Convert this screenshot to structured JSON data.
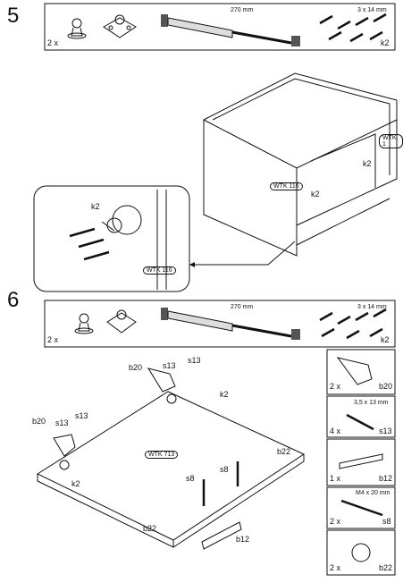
{
  "step5": {
    "number": "5",
    "parts_box": {
      "qty_left": "2 x",
      "dim_rod": "270 mm",
      "dim_screw": "3 x 14 mm",
      "code_right": "k2"
    },
    "labels": {
      "wtk_1": "WTK 1",
      "wtk_116": "WTK 116",
      "k2_a": "k2",
      "k2_b": "k2"
    },
    "detail": {
      "k2": "k2",
      "wtk_116": "WTK 116"
    }
  },
  "step6": {
    "number": "6",
    "parts_box": {
      "qty_left": "2 x",
      "dim_rod": "270 mm",
      "dim_screw": "3 x 14 mm",
      "code_right": "k2"
    },
    "main": {
      "b20_a": "b20",
      "s13_a": "s13",
      "s13_b": "s13",
      "k2_a": "k2",
      "b20_b": "b20",
      "s13_c": "s13",
      "s13_d": "s13",
      "k2_b": "k2",
      "wtk_713": "WTK 713",
      "b22_a": "b22",
      "b22_b": "b22",
      "s8_a": "s8",
      "s8_b": "s8",
      "b12": "b12"
    },
    "side_boxes": [
      {
        "qty": "2 x",
        "code": "b20",
        "dim": ""
      },
      {
        "qty": "4 x",
        "code": "s13",
        "dim": "3,5 x 13 mm"
      },
      {
        "qty": "1 x",
        "code": "b12",
        "dim": ""
      },
      {
        "qty": "2 x",
        "code": "s8",
        "dim": "M4 x 20 mm"
      },
      {
        "qty": "2 x",
        "code": "b22",
        "dim": ""
      }
    ]
  }
}
